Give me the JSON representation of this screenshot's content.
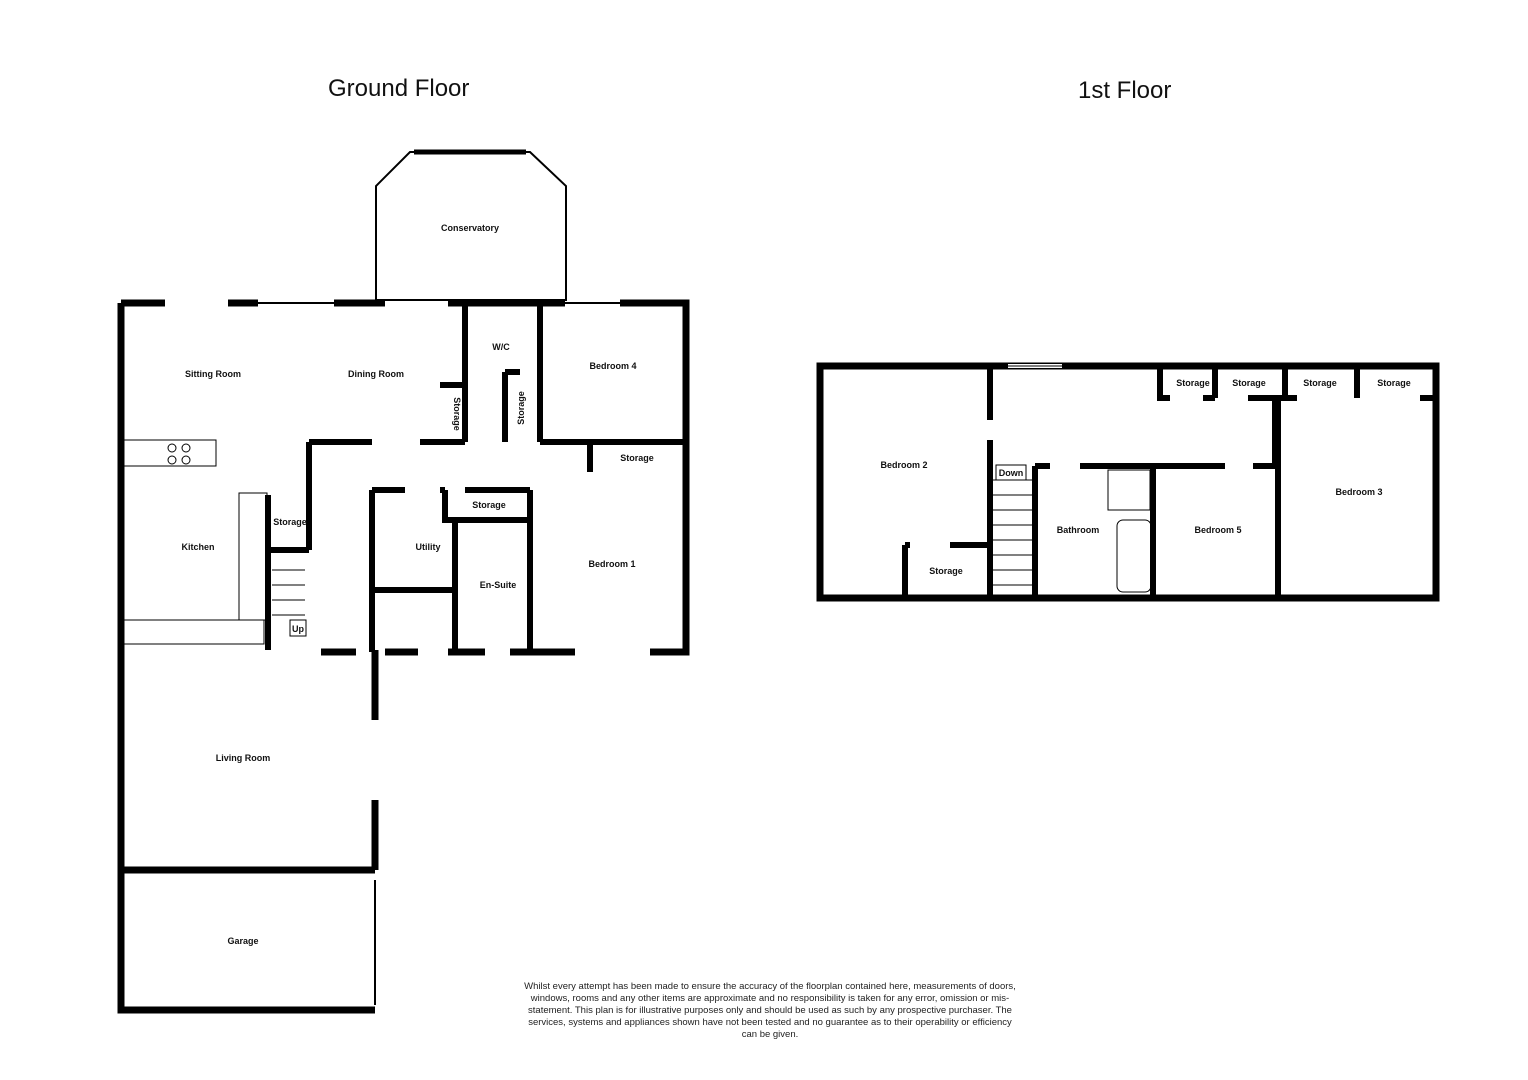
{
  "floors": {
    "ground": {
      "title": "Ground Floor",
      "rooms": {
        "conservatory": "Conservatory",
        "sitting_room": "Sitting Room",
        "dining_room": "Dining Room",
        "wc": "W/C",
        "bedroom4": "Bedroom 4",
        "storage_dining": "Storage",
        "storage_wc": "Storage",
        "storage_b1": "Storage",
        "storage_hall": "Storage",
        "storage_ensuite": "Storage",
        "kitchen": "Kitchen",
        "utility": "Utility",
        "en_suite": "En-Suite",
        "bedroom1": "Bedroom 1",
        "stairs_up": "Up",
        "living_room": "Living Room",
        "garage": "Garage"
      }
    },
    "first": {
      "title": "1st Floor",
      "rooms": {
        "bedroom2": "Bedroom 2",
        "storage_b2": "Storage",
        "stairs_down": "Down",
        "bathroom": "Bathroom",
        "bedroom5": "Bedroom 5",
        "bedroom3": "Bedroom 3",
        "storage1": "Storage",
        "storage2": "Storage",
        "storage3": "Storage",
        "storage4": "Storage"
      }
    }
  },
  "disclaimer": "Whilst every attempt has been made to ensure the accuracy of the floorplan contained here, measurements of doors, windows, rooms and any other items are approximate and no responsibility is taken for any error, omission or mis-statement. This plan is for illustrative purposes only and should be used as such by any prospective purchaser. The services, systems and appliances shown have not been tested and no guarantee as to their operability or efficiency can be given.",
  "colors": {
    "wall": "#000000",
    "background": "#ffffff"
  }
}
